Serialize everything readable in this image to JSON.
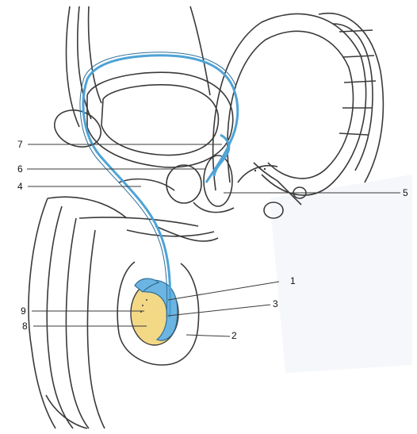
{
  "figure": {
    "colors": {
      "line": "#3a3a3a",
      "duct": "#4ea3d6",
      "testis": "#f3d886",
      "epididymis": "#6cb5e2",
      "shading": "#eef2f7"
    },
    "labels": [
      "1",
      "2",
      "3",
      "4",
      "5",
      "6",
      "7",
      "8",
      "9"
    ]
  }
}
